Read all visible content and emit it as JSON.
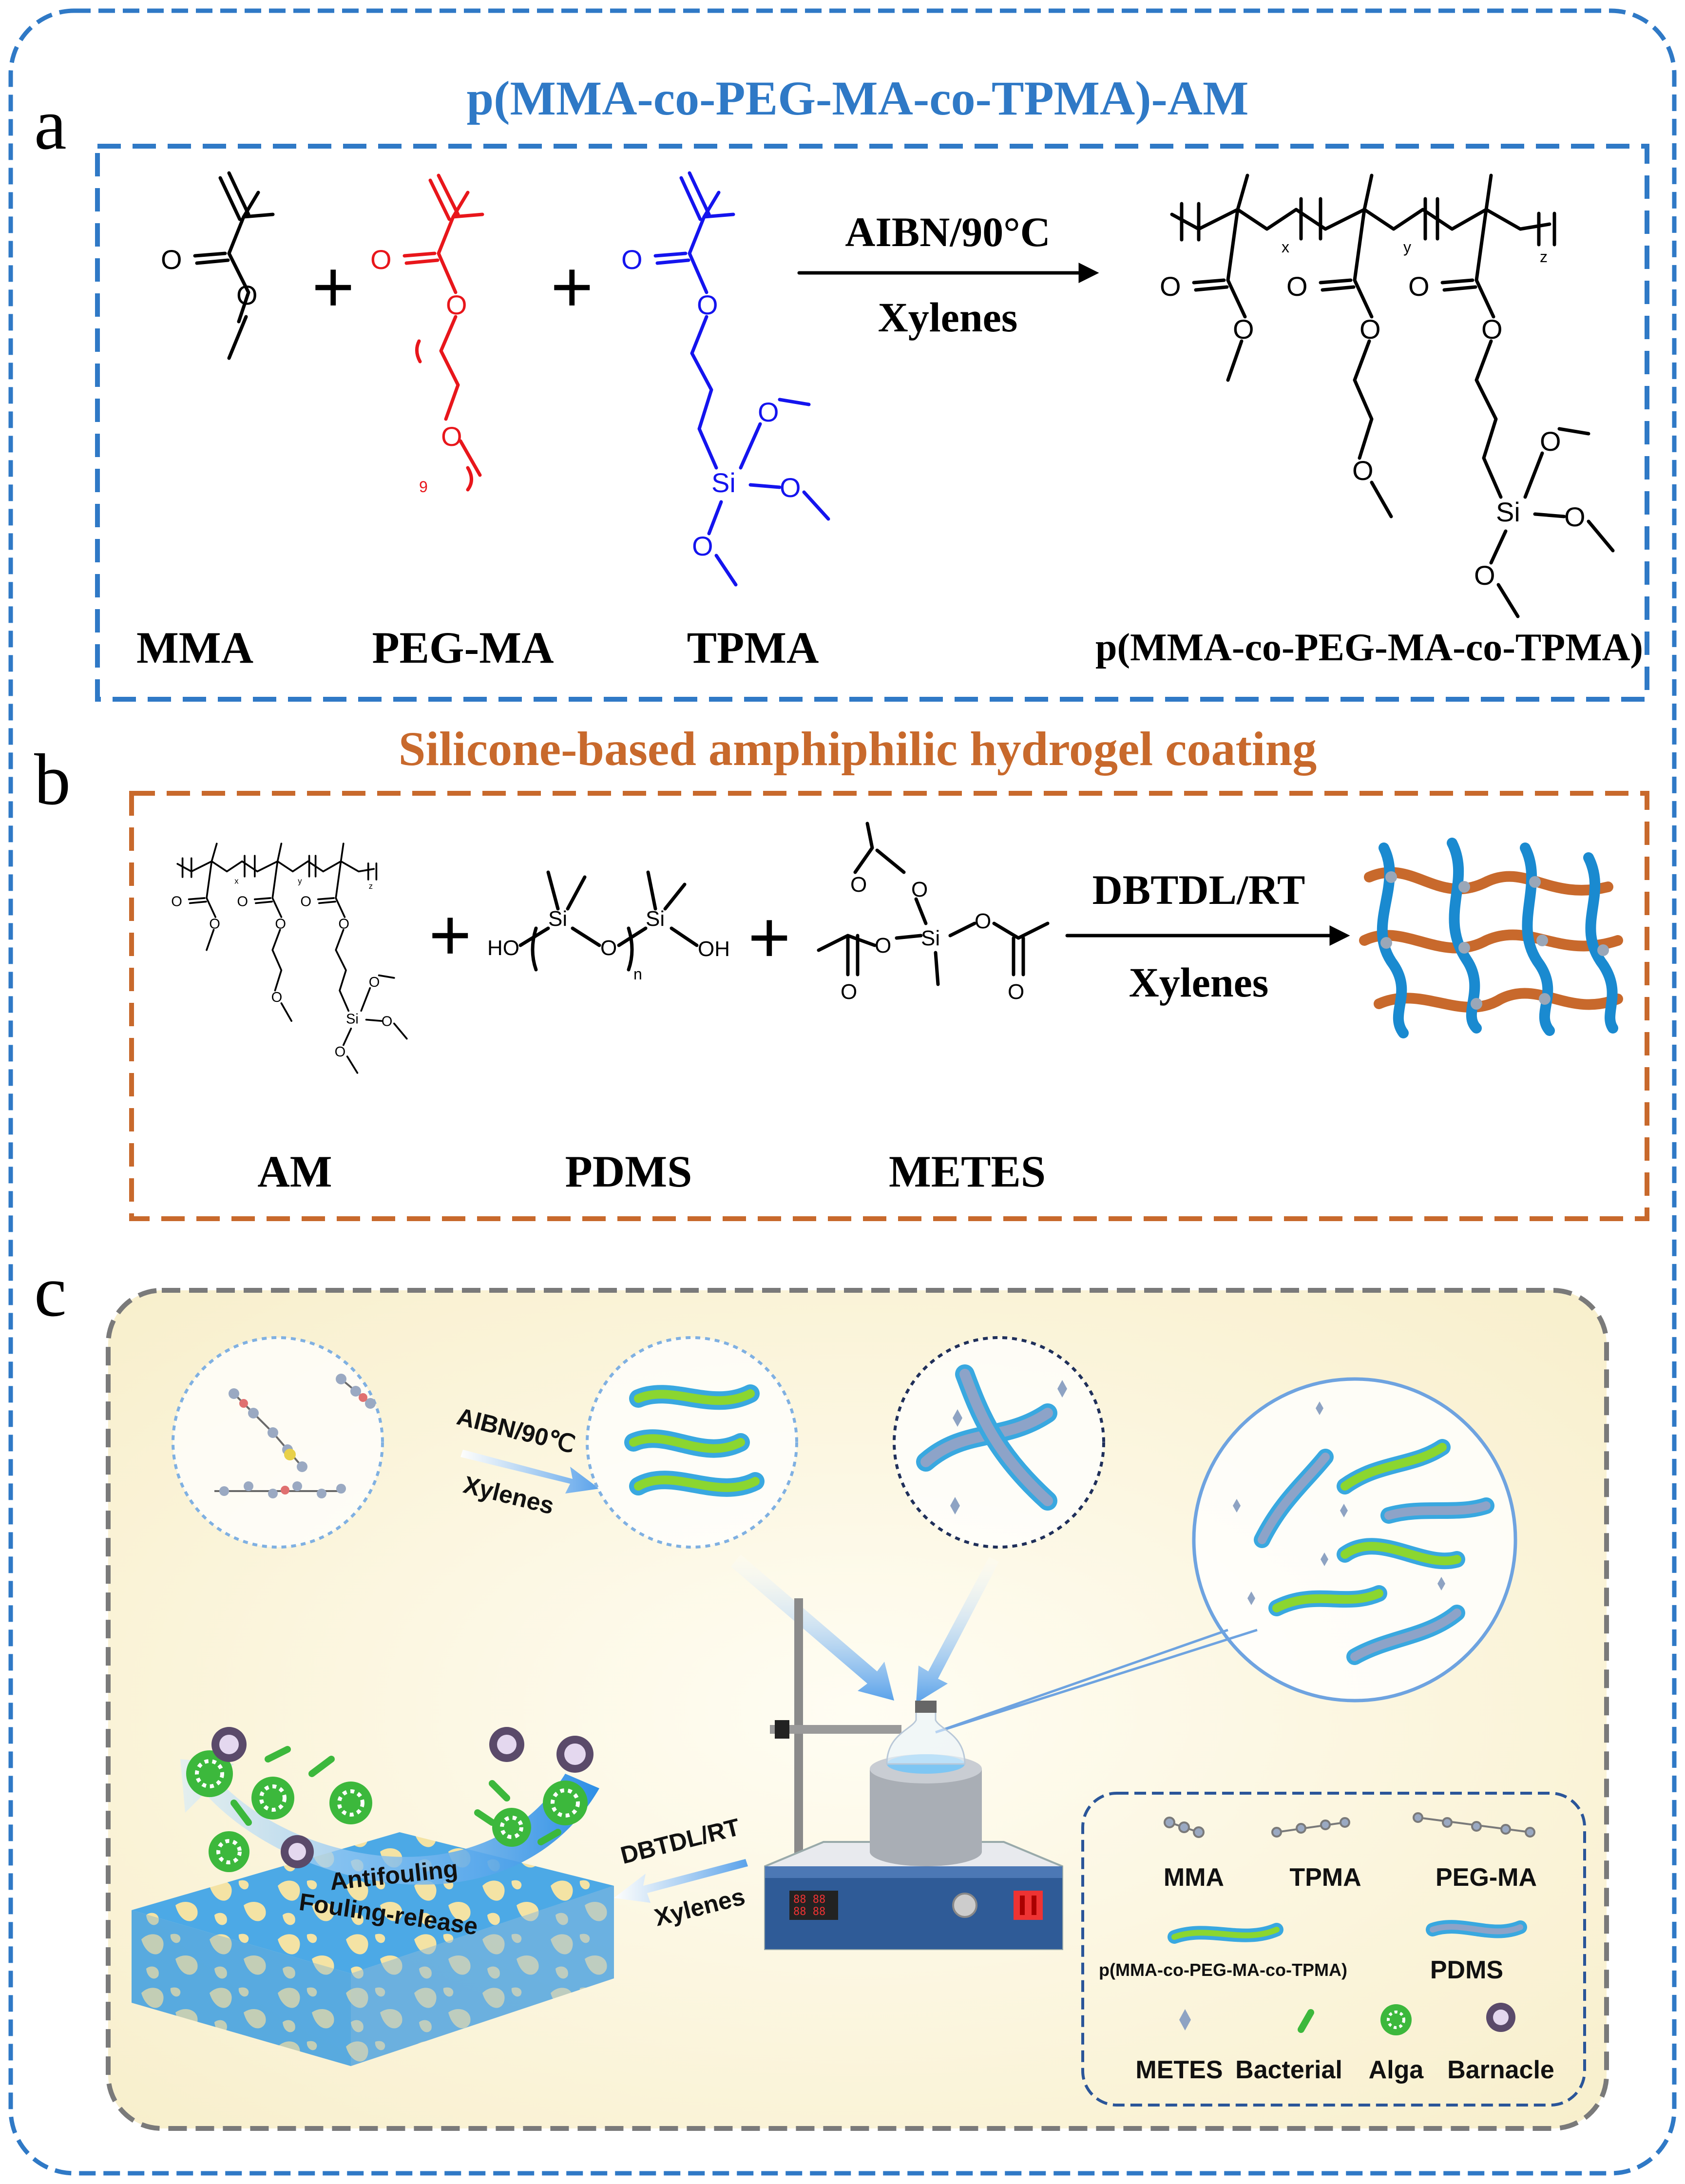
{
  "panel_a": {
    "letter": "a",
    "title": "p(MMA-co-PEG-MA-co-TPMA)-AM",
    "condition_top": "AIBN/90°C",
    "condition_bottom": "Xylenes",
    "labels": [
      "MMA",
      "PEG-MA",
      "TPMA",
      "p(MMA-co-PEG-MA-co-TPMA)"
    ],
    "peg_repeat": "9",
    "subscripts": [
      "x",
      "y",
      "z"
    ],
    "title_color": "#2f79c6",
    "box_color": "#2f79c6"
  },
  "panel_b": {
    "letter": "b",
    "title": "Silicone-based amphiphilic hydrogel coating",
    "condition_top": "DBTDL/RT",
    "condition_bottom": "Xylenes",
    "labels": [
      "AM",
      "PDMS",
      "METES"
    ],
    "pdms_repeat": "n",
    "title_color": "#c8692c",
    "box_color": "#c8692c"
  },
  "panel_c": {
    "letter": "c",
    "step1_top": "AIBN/90℃",
    "step1_bottom": "Xylenes",
    "step2_top": "DBTDL/RT",
    "step2_bottom": "Xylenes",
    "antifouling": "Antifouling",
    "fouling_release": "Fouling-release",
    "legend": {
      "row1": [
        "MMA",
        "TPMA",
        "PEG-MA"
      ],
      "copolymer": "p(MMA-co-PEG-MA-co-TPMA)",
      "pdms": "PDMS",
      "row3": [
        "METES",
        "Bacterial",
        "Alga",
        "Barnacle"
      ]
    }
  },
  "atoms": {
    "O": "O",
    "Si": "Si",
    "HO": "HO",
    "OH": "OH"
  },
  "colors": {
    "outer_border": "#2f79c6",
    "panel_c_border": "#7a7a7a",
    "panel_c_bg": "#fbf5dc",
    "red": "#e8161b",
    "blue": "#1414ee",
    "green_chain": "#8bd630",
    "cyan_chain": "#3aaee0",
    "pdms_chain": "#8da3c8",
    "orange_network": "#c8692c",
    "blue_network": "#1a8ad0"
  }
}
